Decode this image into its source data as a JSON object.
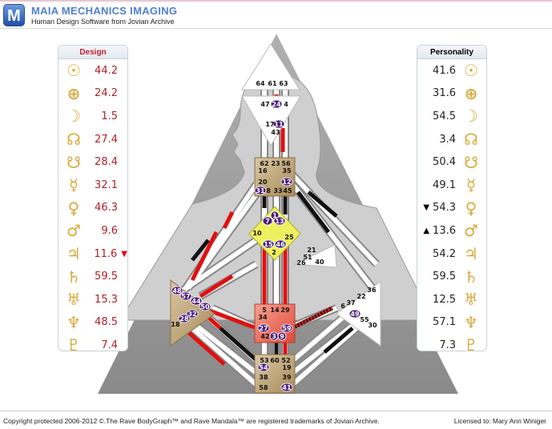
{
  "header": {
    "logo_letter": "M",
    "title": "MAIA MECHANICS IMAGING",
    "subtitle": "Human Design Software from Jovian Archive"
  },
  "colors": {
    "accent_red": "#e02020",
    "gold": "#dba93a",
    "activation": "#4a1f7a"
  },
  "design": {
    "title": "Design",
    "rows": [
      {
        "planet": "sun-icon",
        "glyph": "☉",
        "value": "44.2",
        "marker": ""
      },
      {
        "planet": "earth-icon",
        "glyph": "⊕",
        "value": "24.2",
        "marker": ""
      },
      {
        "planet": "moon-icon",
        "glyph": "☽",
        "value": "1.5",
        "marker": ""
      },
      {
        "planet": "north-node-icon",
        "glyph": "☊",
        "value": "27.4",
        "marker": ""
      },
      {
        "planet": "south-node-icon",
        "glyph": "☋",
        "value": "28.4",
        "marker": ""
      },
      {
        "planet": "mercury-icon",
        "glyph": "☿",
        "value": "32.1",
        "marker": ""
      },
      {
        "planet": "venus-icon",
        "glyph": "♀",
        "value": "46.3",
        "marker": ""
      },
      {
        "planet": "mars-icon",
        "glyph": "♂",
        "value": "9.6",
        "marker": ""
      },
      {
        "planet": "jupiter-icon",
        "glyph": "♃",
        "value": "11.6",
        "marker": "▼"
      },
      {
        "planet": "saturn-icon",
        "glyph": "♄",
        "value": "59.5",
        "marker": ""
      },
      {
        "planet": "uranus-icon",
        "glyph": "♅",
        "value": "15.3",
        "marker": ""
      },
      {
        "planet": "neptune-icon",
        "glyph": "♆",
        "value": "48.5",
        "marker": ""
      },
      {
        "planet": "pluto-icon",
        "glyph": "♇",
        "value": "7.4",
        "marker": ""
      }
    ]
  },
  "personality": {
    "title": "Personality",
    "rows": [
      {
        "planet": "sun-icon",
        "glyph": "☉",
        "value": "41.6",
        "marker": ""
      },
      {
        "planet": "earth-icon",
        "glyph": "⊕",
        "value": "31.6",
        "marker": ""
      },
      {
        "planet": "moon-icon",
        "glyph": "☽",
        "value": "54.5",
        "marker": ""
      },
      {
        "planet": "north-node-icon",
        "glyph": "☊",
        "value": "3.4",
        "marker": ""
      },
      {
        "planet": "south-node-icon",
        "glyph": "☋",
        "value": "50.4",
        "marker": ""
      },
      {
        "planet": "mercury-icon",
        "glyph": "☿",
        "value": "49.1",
        "marker": ""
      },
      {
        "planet": "venus-icon",
        "glyph": "♀",
        "value": "54.3",
        "marker": "▼"
      },
      {
        "planet": "mars-icon",
        "glyph": "♂",
        "value": "13.6",
        "marker": "▲"
      },
      {
        "planet": "jupiter-icon",
        "glyph": "♃",
        "value": "54.2",
        "marker": ""
      },
      {
        "planet": "saturn-icon",
        "glyph": "♄",
        "value": "59.5",
        "marker": ""
      },
      {
        "planet": "uranus-icon",
        "glyph": "♅",
        "value": "12.5",
        "marker": ""
      },
      {
        "planet": "neptune-icon",
        "glyph": "♆",
        "value": "57.1",
        "marker": ""
      },
      {
        "planet": "pluto-icon",
        "glyph": "♇",
        "value": "7.3",
        "marker": ""
      }
    ]
  },
  "bodygraph": {
    "head": [
      "64",
      "61",
      "63"
    ],
    "ajna": [
      "47",
      "24",
      "4",
      "17",
      "11",
      "43"
    ],
    "throat": [
      "62",
      "23",
      "56",
      "16",
      "35",
      "20",
      "12",
      "31",
      "8",
      "33",
      "45"
    ],
    "g": [
      "1",
      "7",
      "13",
      "10",
      "25",
      "15",
      "46",
      "2"
    ],
    "ego": [
      "21",
      "51",
      "26",
      "40"
    ],
    "sacral": [
      "5",
      "14",
      "29",
      "34",
      "27",
      "59",
      "42",
      "3",
      "9"
    ],
    "root": [
      "53",
      "60",
      "52",
      "54",
      "19",
      "38",
      "39",
      "58",
      "41"
    ],
    "spleen": [
      "48",
      "57",
      "44",
      "50",
      "32",
      "28",
      "18"
    ],
    "solar": [
      "36",
      "22",
      "37",
      "6",
      "49",
      "55",
      "30"
    ]
  },
  "footer": {
    "copyright": "Copyright protected 2006-2012 ©.The Rave BodyGraph™ and Rave Mandala™ are registered trademarks of Jovian Archive.",
    "license": "Licensed to: Mary Ann Winiger"
  }
}
